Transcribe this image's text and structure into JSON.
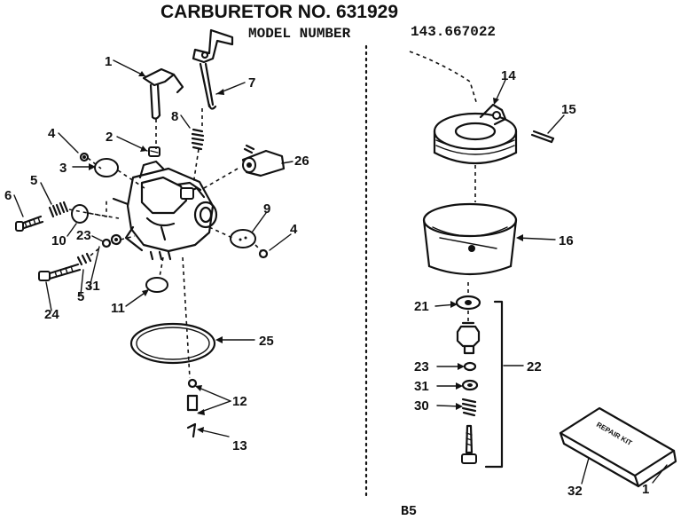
{
  "header": {
    "title": "CARBURETOR NO. 631929",
    "model_label": "MODEL NUMBER",
    "model_number": "143.667022"
  },
  "parts": [
    {
      "id": "p1",
      "label": "1"
    },
    {
      "id": "p2",
      "label": "2"
    },
    {
      "id": "p3",
      "label": "3"
    },
    {
      "id": "p4a",
      "label": "4"
    },
    {
      "id": "p4b",
      "label": "4"
    },
    {
      "id": "p5a",
      "label": "5"
    },
    {
      "id": "p5b",
      "label": "5"
    },
    {
      "id": "p6",
      "label": "6"
    },
    {
      "id": "p7",
      "label": "7"
    },
    {
      "id": "p8",
      "label": "8"
    },
    {
      "id": "p9",
      "label": "9"
    },
    {
      "id": "p10",
      "label": "10"
    },
    {
      "id": "p11",
      "label": "11"
    },
    {
      "id": "p12",
      "label": "12"
    },
    {
      "id": "p13",
      "label": "13"
    },
    {
      "id": "p14",
      "label": "14"
    },
    {
      "id": "p15",
      "label": "15"
    },
    {
      "id": "p16",
      "label": "16"
    },
    {
      "id": "p21",
      "label": "21"
    },
    {
      "id": "p22",
      "label": "22"
    },
    {
      "id": "p23a",
      "label": "23"
    },
    {
      "id": "p23b",
      "label": "23"
    },
    {
      "id": "p24",
      "label": "24"
    },
    {
      "id": "p25",
      "label": "25"
    },
    {
      "id": "p26",
      "label": "26"
    },
    {
      "id": "p30",
      "label": "30"
    },
    {
      "id": "p31a",
      "label": "31"
    },
    {
      "id": "p31b",
      "label": "31"
    },
    {
      "id": "p32",
      "label": "32"
    },
    {
      "id": "p1b",
      "label": "1"
    }
  ],
  "repair_kit": {
    "label": "REPAIR KIT"
  },
  "footer": {
    "page_code": "B5"
  }
}
